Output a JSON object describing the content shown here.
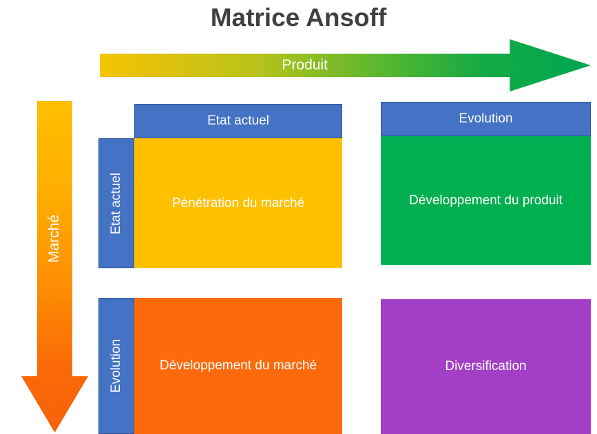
{
  "title": "Matrice Ansoff",
  "axes": {
    "product_arrow": {
      "label": "Produit",
      "direction": "right",
      "gradient_from": "#F5C400",
      "gradient_to": "#00A651"
    },
    "market_arrow": {
      "label": "Marché",
      "direction": "down",
      "gradient_from": "#FFBF00",
      "gradient_to": "#F7620A"
    }
  },
  "matrix": {
    "column_headers": [
      {
        "label": "Etat actuel",
        "color": "#4472C4"
      },
      {
        "label": "Evolution",
        "color": "#4472C4"
      }
    ],
    "row_headers": [
      {
        "label": "Etat actuel",
        "color": "#4472C4"
      },
      {
        "label": "Evolution",
        "color": "#4472C4"
      }
    ],
    "cells": [
      {
        "label": "Pénétration du marché",
        "color": "#FFC000",
        "row": 0,
        "col": 0
      },
      {
        "label": "Développement du produit",
        "color": "#00AF50",
        "row": 0,
        "col": 1
      },
      {
        "label": "Développement du marché",
        "color": "#FC6A0C",
        "row": 1,
        "col": 0
      },
      {
        "label": "Diversification",
        "color": "#A23FC6",
        "row": 1,
        "col": 1
      }
    ]
  }
}
